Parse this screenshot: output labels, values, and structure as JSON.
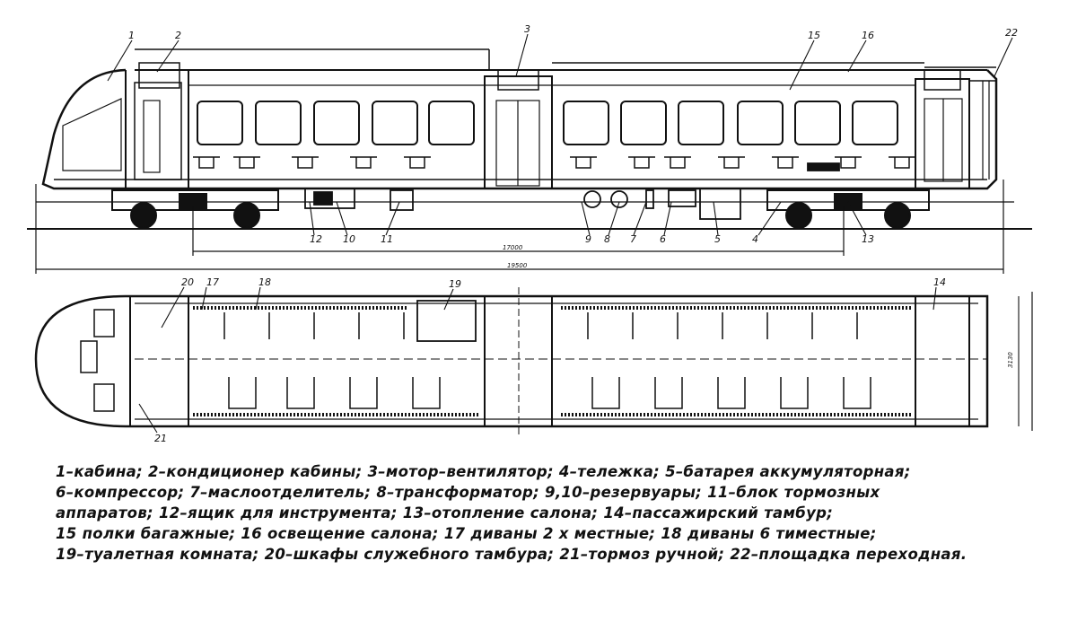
{
  "callouts": {
    "side": [
      {
        "n": "1"
      },
      {
        "n": "2"
      },
      {
        "n": "3"
      },
      {
        "n": "15"
      },
      {
        "n": "16"
      },
      {
        "n": "22"
      },
      {
        "n": "12"
      },
      {
        "n": "10"
      },
      {
        "n": "11"
      },
      {
        "n": "9"
      },
      {
        "n": "8"
      },
      {
        "n": "7"
      },
      {
        "n": "6"
      },
      {
        "n": "5"
      },
      {
        "n": "4"
      },
      {
        "n": "13"
      }
    ],
    "plan": [
      {
        "n": "20"
      },
      {
        "n": "17"
      },
      {
        "n": "18"
      },
      {
        "n": "19"
      },
      {
        "n": "14"
      },
      {
        "n": "21"
      }
    ]
  },
  "dimensions": {
    "bogie_centers": "17000",
    "overall_length": "19500",
    "width": "3130"
  },
  "legend": [
    "1–кабина; 2–кондиционер кабины; 3–мотор–вентилятор; 4–тележка; 5–батарея аккумуляторная;",
    "6–компрессор; 7–маслоотделитель; 8–трансформатор; 9,10–резервуары; 11–блок тормозных",
    "аппаратов; 12–ящик для инструмента; 13–отопление салона; 14–пассажирский тамбур;",
    "15 полки багажные; 16 освещение салона; 17 диваны 2 х местные; 18 диваны 6 тиместные;",
    "19–туалетная комната; 20–шкафы служебного тамбура; 21–тормоз ручной; 22–площадка переходная."
  ]
}
